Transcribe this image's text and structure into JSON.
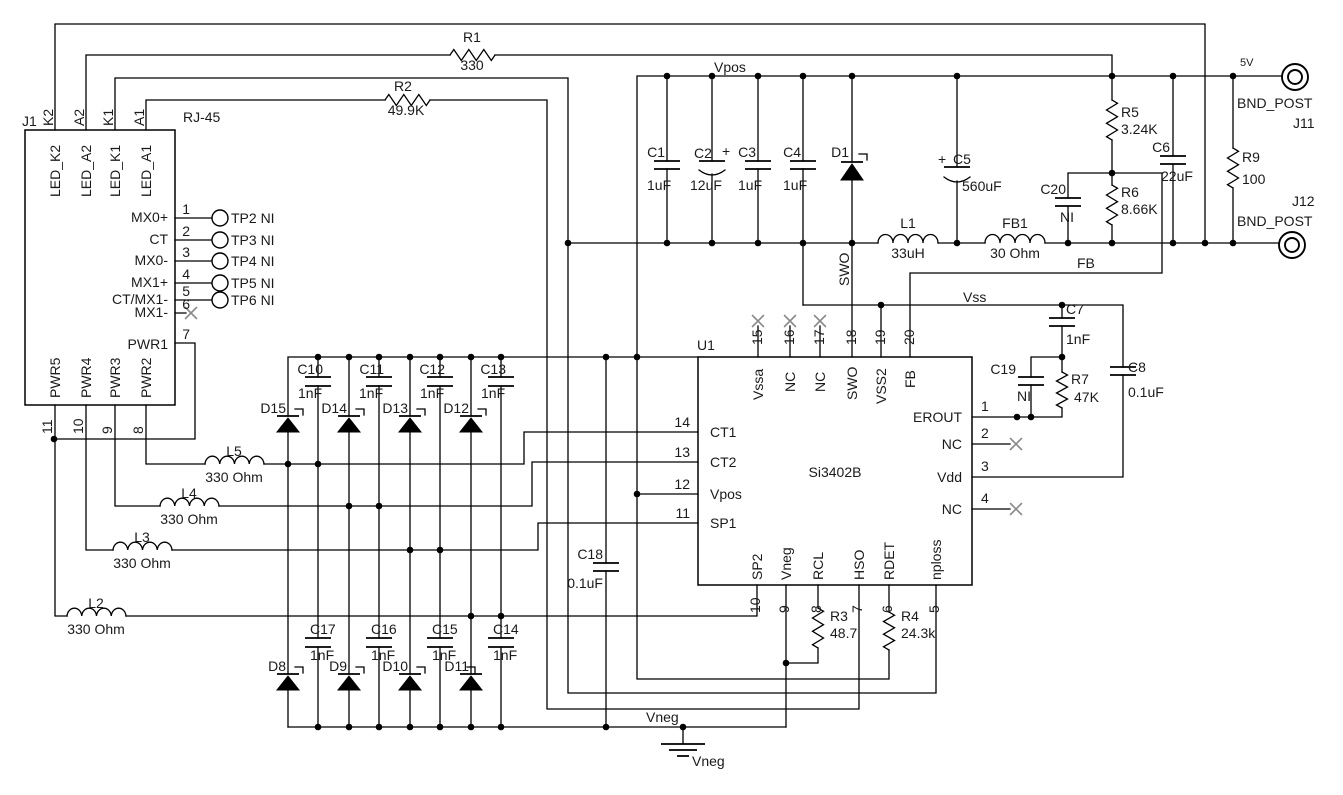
{
  "j1": {
    "ref": "J1",
    "part": "RJ-45",
    "top": {
      "k2": "K2",
      "a2": "A2",
      "k1": "K1",
      "a1": "A1"
    },
    "led": {
      "k2": "LED_K2",
      "a2": "LED_A2",
      "k1": "LED_K1",
      "a1": "LED_A1"
    },
    "pins": {
      "n1": "1",
      "n2": "2",
      "n3": "3",
      "n4": "4",
      "n5": "5",
      "n6": "6",
      "n7": "7",
      "n8": "8",
      "n9": "9",
      "n10": "10",
      "n11": "11"
    },
    "signals": {
      "mx0p": "MX0+",
      "ct": "CT",
      "mx0m": "MX0-",
      "mx1p": "MX1+",
      "ctmx1": "CT/MX1-",
      "mx1m": "MX1-",
      "pwr1": "PWR1",
      "pwr2": "PWR2",
      "pwr3": "PWR3",
      "pwr4": "PWR4",
      "pwr5": "PWR5"
    }
  },
  "tp": {
    "tp2": "TP2 NI",
    "tp3": "TP3 NI",
    "tp4": "TP4 NI",
    "tp5": "TP5 NI",
    "tp6": "TP6 NI"
  },
  "nets": {
    "vpos": "Vpos",
    "vss": "Vss",
    "vneg": "Vneg",
    "fb": "FB",
    "swo": "SWO"
  },
  "r": {
    "r1": {
      "ref": "R1",
      "val": "330"
    },
    "r2": {
      "ref": "R2",
      "val": "49.9K"
    },
    "r3": {
      "ref": "R3",
      "val": "48.7"
    },
    "r4": {
      "ref": "R4",
      "val": "24.3k"
    },
    "r5": {
      "ref": "R5",
      "val": "3.24K"
    },
    "r6": {
      "ref": "R6",
      "val": "8.66K"
    },
    "r7": {
      "ref": "R7",
      "val": "47K"
    },
    "r9": {
      "ref": "R9",
      "val": "100"
    }
  },
  "c": {
    "c1": {
      "ref": "C1",
      "val": "1uF"
    },
    "c2": {
      "ref": "C2",
      "val": "12uF",
      "pol": "+"
    },
    "c3": {
      "ref": "C3",
      "val": "1uF"
    },
    "c4": {
      "ref": "C4",
      "val": "1uF"
    },
    "c5": {
      "ref": "C5",
      "val": "560uF",
      "pol": "+"
    },
    "c6": {
      "ref": "C6",
      "val": "22uF"
    },
    "c7": {
      "ref": "C7",
      "val": "1nF"
    },
    "c8": {
      "ref": "C8",
      "val": "0.1uF"
    },
    "c10": {
      "ref": "C10",
      "val": "1nF"
    },
    "c11": {
      "ref": "C11",
      "val": "1nF"
    },
    "c12": {
      "ref": "C12",
      "val": "1nF"
    },
    "c13": {
      "ref": "C13",
      "val": "1nF"
    },
    "c14": {
      "ref": "C14",
      "val": "1nF"
    },
    "c15": {
      "ref": "C15",
      "val": "1nF"
    },
    "c16": {
      "ref": "C16",
      "val": "1nF"
    },
    "c17": {
      "ref": "C17",
      "val": "1nF"
    },
    "c18": {
      "ref": "C18",
      "val": "0.1uF"
    },
    "c19": {
      "ref": "C19",
      "val": "NI"
    },
    "c20": {
      "ref": "C20",
      "val": "NI"
    }
  },
  "l": {
    "l1": {
      "ref": "L1",
      "val": "33uH"
    },
    "l2": {
      "ref": "L2",
      "val": "330 Ohm"
    },
    "l3": {
      "ref": "L3",
      "val": "330 Ohm"
    },
    "l4": {
      "ref": "L4",
      "val": "330 Ohm"
    },
    "l5": {
      "ref": "L5",
      "val": "330 Ohm"
    },
    "fb1": {
      "ref": "FB1",
      "val": "30 Ohm"
    }
  },
  "d": {
    "d1": "D1",
    "d8": "D8",
    "d9": "D9",
    "d10": "D10",
    "d11": "D11",
    "d12": "D12",
    "d13": "D13",
    "d14": "D14",
    "d15": "D15"
  },
  "u1": {
    "ref": "U1",
    "part": "Si3402B",
    "pn": {
      "n1": "1",
      "n2": "2",
      "n3": "3",
      "n4": "4",
      "n5": "5",
      "n6": "6",
      "n7": "7",
      "n8": "8",
      "n9": "9",
      "n10": "10",
      "n11": "11",
      "n12": "12",
      "n13": "13",
      "n14": "14",
      "n15": "15",
      "n16": "16",
      "n17": "17",
      "n18": "18",
      "n19": "19",
      "n20": "20"
    },
    "names": {
      "ct1": "CT1",
      "ct2": "CT2",
      "vpos": "Vpos",
      "sp1": "SP1",
      "erout": "EROUT",
      "nc2": "NC",
      "vdd": "Vdd",
      "nc4": "NC",
      "vssa": "Vssa",
      "nc16": "NC",
      "nc17": "NC",
      "swo": "SWO",
      "vss2": "VSS2",
      "fb": "FB",
      "sp2": "SP2",
      "vneg": "Vneg",
      "rcl": "RCL",
      "hso": "HSO",
      "rdet": "RDET",
      "nploss": "nploss"
    }
  },
  "posts": {
    "j11": {
      "ref": "J11",
      "label": "BND_POST",
      "v": "5V"
    },
    "j12": {
      "ref": "J12",
      "label": "BND_POST"
    }
  }
}
